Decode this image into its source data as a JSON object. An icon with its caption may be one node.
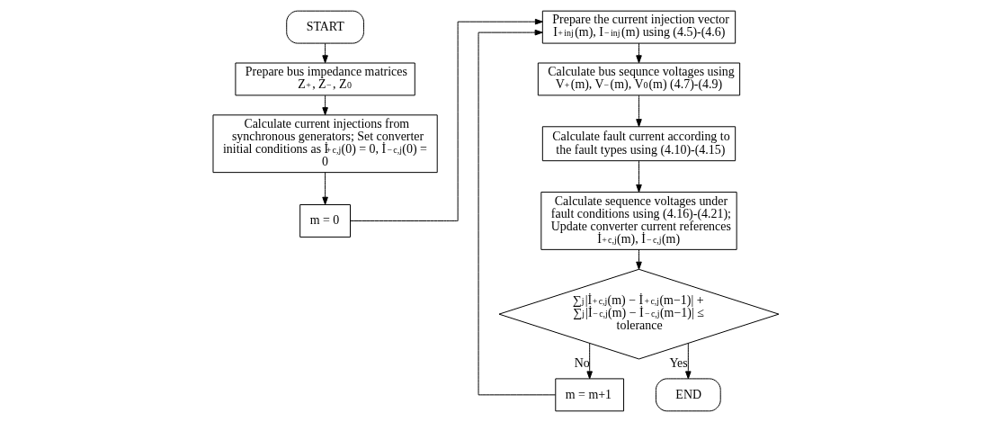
{
  "diagram": {
    "nodes": [
      {
        "text": [
          "START"
        ]
      },
      {
        "text": [
          "Prepare bus impedance matrices",
          "Z$^{+}$, Z$^{−}$, Z$^{0}$"
        ]
      },
      {
        "text": [
          "Calculate current injections from synchronous generators; Set converter initial conditions as İ$^{+}$$_{c,j}$(0) = 0, İ$^{−}$$_{c,j}$(0) = 0"
        ]
      },
      {
        "text": [
          "m = 0"
        ]
      },
      {
        "text": [
          "Prepare the current injection vector",
          "I$^{+}$$_{inj}$(m), I$^{−}$$_{inj}$(m) using (4.5)-(4.6)"
        ]
      },
      {
        "text": [
          "Calculate bus sequnce voltages using",
          "V$^{+}$(m), V$^{−}$(m), V$^{0}$(m) (4.7)-(4.9)"
        ]
      },
      {
        "text": [
          "Calculate fault current according to the fault types using (4.10)-(4.15)"
        ]
      },
      {
        "text": [
          "Calculate sequence voltages under fault conditions using (4.16)-(4.21); Update converter current references",
          "İ$^{+}$$_{c,j}$(m), İ$^{−}$$_{c,j}$(m)"
        ]
      },
      {
        "text": [
          "∑$_{j}$|İ$^{+}$$_{c,j}$(m) − İ$^{+}$$_{c,j}$(m−1)| +",
          "∑$_{j}$|İ$^{−}$$_{c,j}$(m) − İ$^{−}$$_{c,j}$(m−1)| ≤",
          "tolerance"
        ]
      },
      {
        "text": [
          "m = m+1"
        ]
      },
      {
        "text": [
          "END"
        ]
      }
    ],
    "edges": [
      {
        "from": 0,
        "to": 1,
        "arrow": "to"
      },
      {
        "from": 1,
        "to": 2,
        "arrow": "to"
      },
      {
        "from": 2,
        "to": 3,
        "arrow": "to"
      },
      {
        "from": 3,
        "to": 4,
        "arrow": "to"
      },
      {
        "from": 4,
        "to": 5,
        "arrow": "to"
      },
      {
        "from": 5,
        "to": 6,
        "arrow": "to"
      },
      {
        "from": 6,
        "to": 7,
        "arrow": "to"
      },
      {
        "from": 7,
        "to": 8,
        "arrow": "to"
      },
      {
        "from": 8,
        "to": 9,
        "arrow": "to",
        "label": "No"
      },
      {
        "from": 9,
        "to": 4,
        "arrow": "to"
      },
      {
        "from": 8,
        "to": 10,
        "arrow": "to",
        "label": "Yes"
      }
    ]
  }
}
